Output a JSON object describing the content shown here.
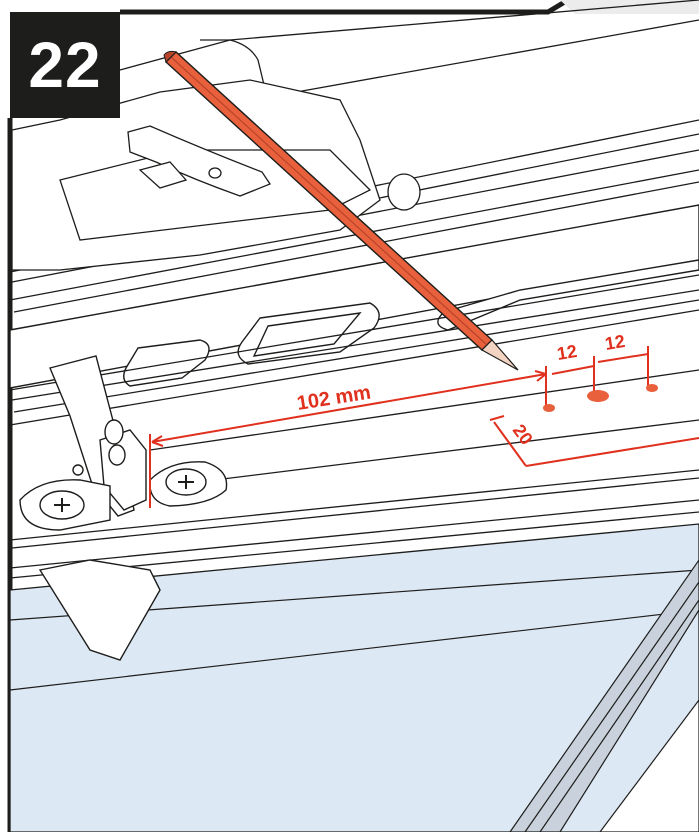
{
  "step": {
    "number": "22"
  },
  "dimensions": {
    "main_distance": "102 mm",
    "hole_spacing_1": "12",
    "hole_spacing_2": "12",
    "edge_offset": "20"
  },
  "colors": {
    "annotation": "#e0301e",
    "pencil": "#e8603c",
    "glass": "#dde8f5",
    "outline": "#1d1d1b",
    "frame": "#ffffff"
  },
  "icons": {
    "pencil": "pencil-icon",
    "hinge": "hinge-icon",
    "screw": "screw-icon"
  }
}
